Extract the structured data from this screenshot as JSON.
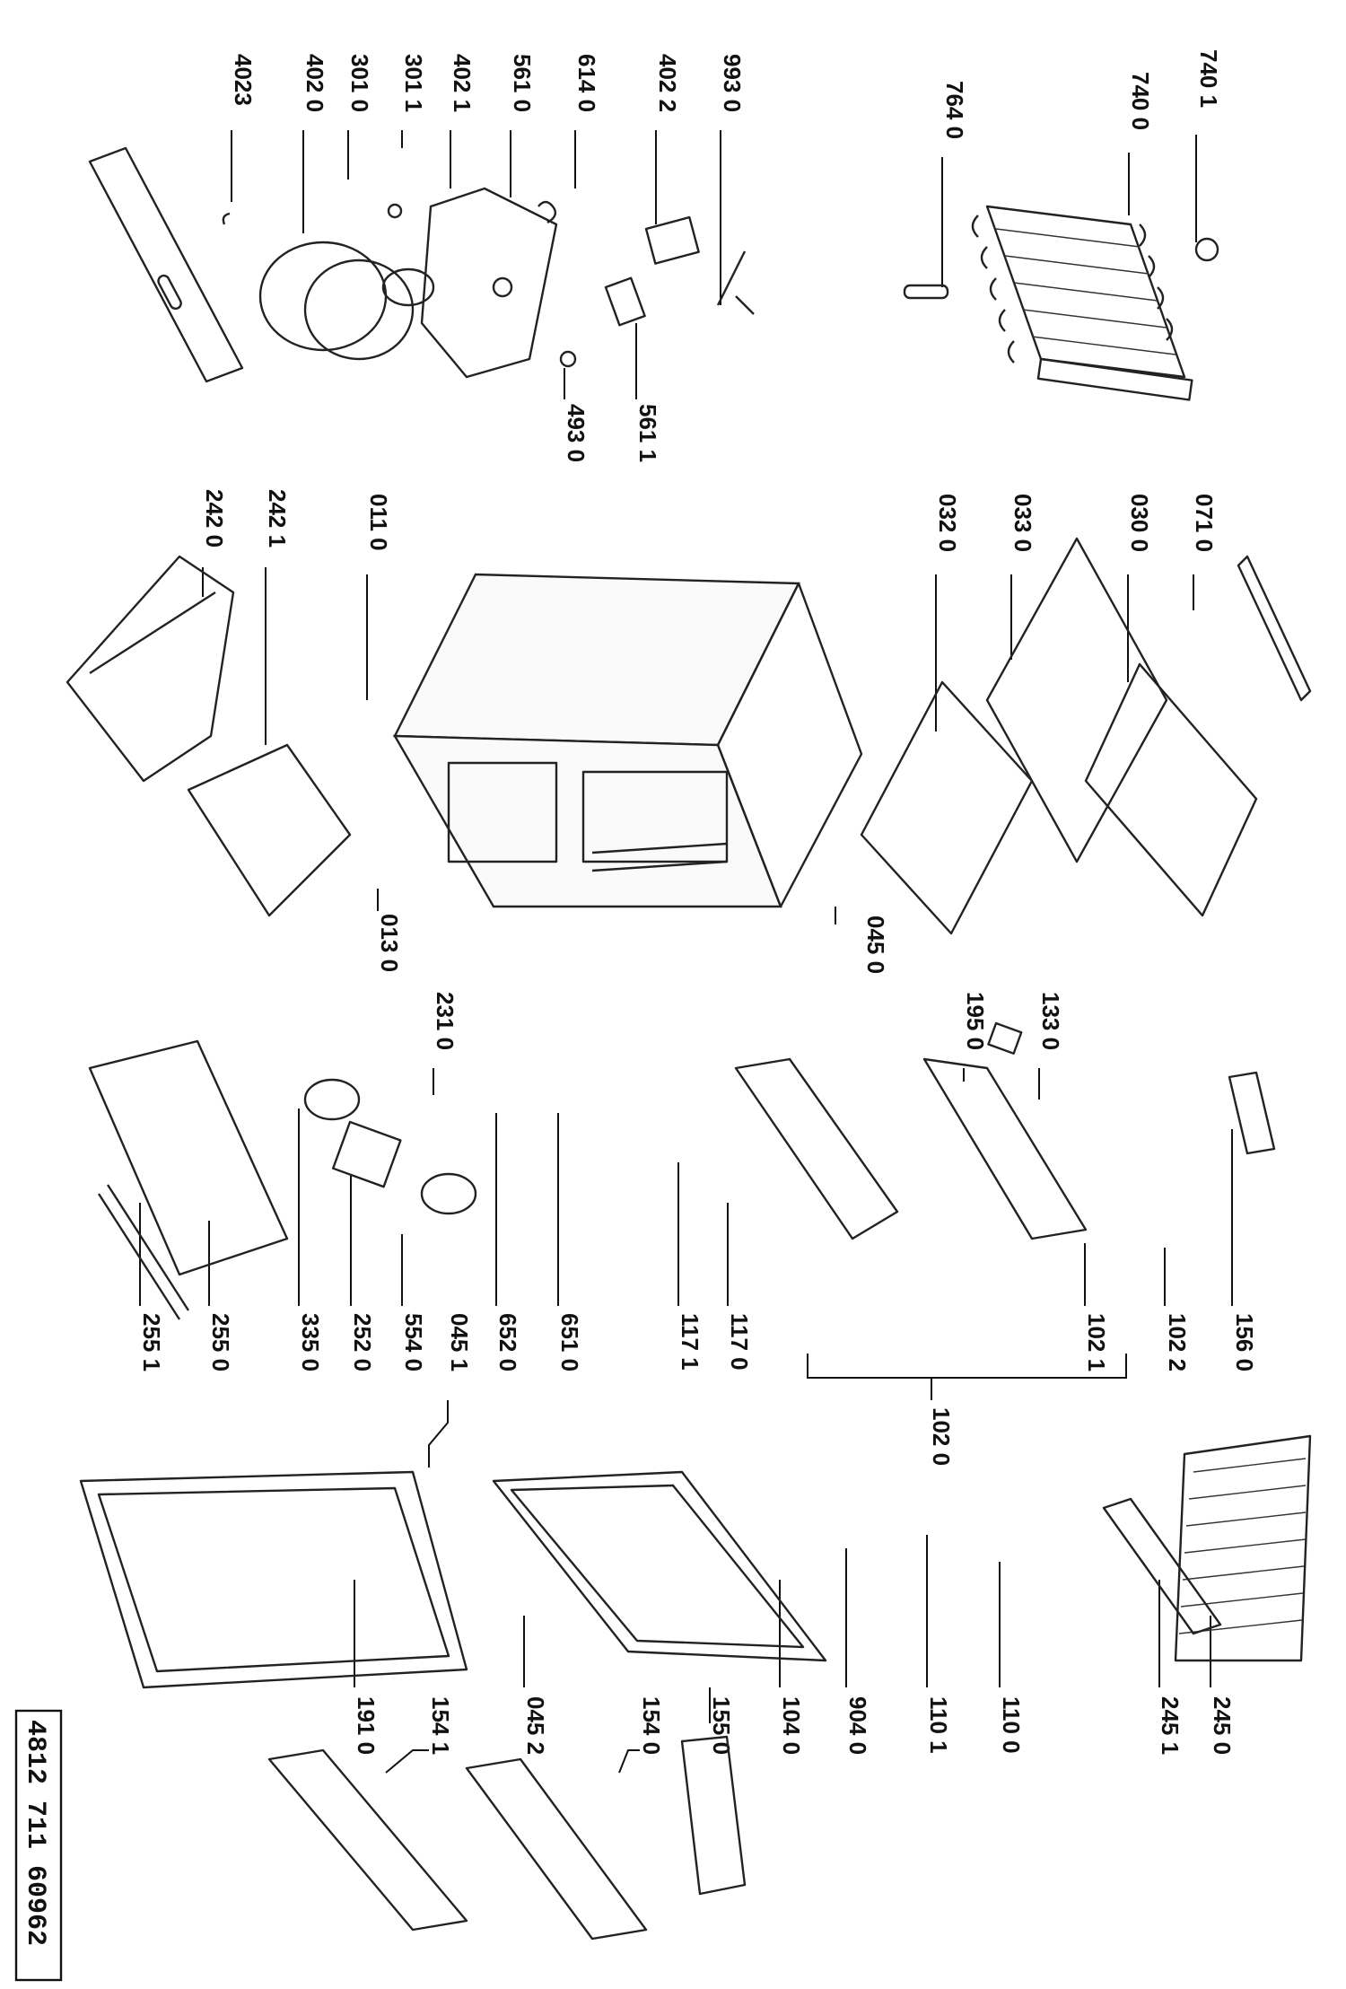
{
  "document_code": "4812 711 60962",
  "part_labels": {
    "p7401": "740 1",
    "p7400": "740 0",
    "p7640": "764 0",
    "p9930": "993 0",
    "p4022": "402 2",
    "p6140": "614 0",
    "p5610": "561 0",
    "p4021": "402 1",
    "p3011": "301 1",
    "p3010": "301 0",
    "p4020": "402 0",
    "p4023": "4023",
    "p4930": "493 0",
    "p5611": "561 1",
    "p0710": "071 0",
    "p0300": "030 0",
    "p0330": "033 0",
    "p0320": "032 0",
    "p0110": "011 0",
    "p2421": "242 1",
    "p2420": "242 0",
    "p0450": "045 0",
    "p0130": "013 0",
    "p1330": "133 0",
    "p1950": "195 0",
    "p2310": "231 0",
    "p1560": "156 0",
    "p1022": "102 2",
    "p1021": "102 1",
    "p1020": "102 0",
    "p1170": "117 0",
    "p1171": "117 1",
    "p6510": "651 0",
    "p6520": "652 0",
    "p0451": "045 1",
    "p5540": "554 0",
    "p2520": "252 0",
    "p3350": "335 0",
    "p2550": "255 0",
    "p2551": "255 1",
    "p2450": "245 0",
    "p2451": "245 1",
    "p1100": "110 0",
    "p1101": "110 1",
    "p9040": "904 0",
    "p1040": "104 0",
    "p1550": "155 0",
    "p1540": "154 0",
    "p0452": "045 2",
    "p1541": "154 1",
    "p1910": "191 0"
  }
}
